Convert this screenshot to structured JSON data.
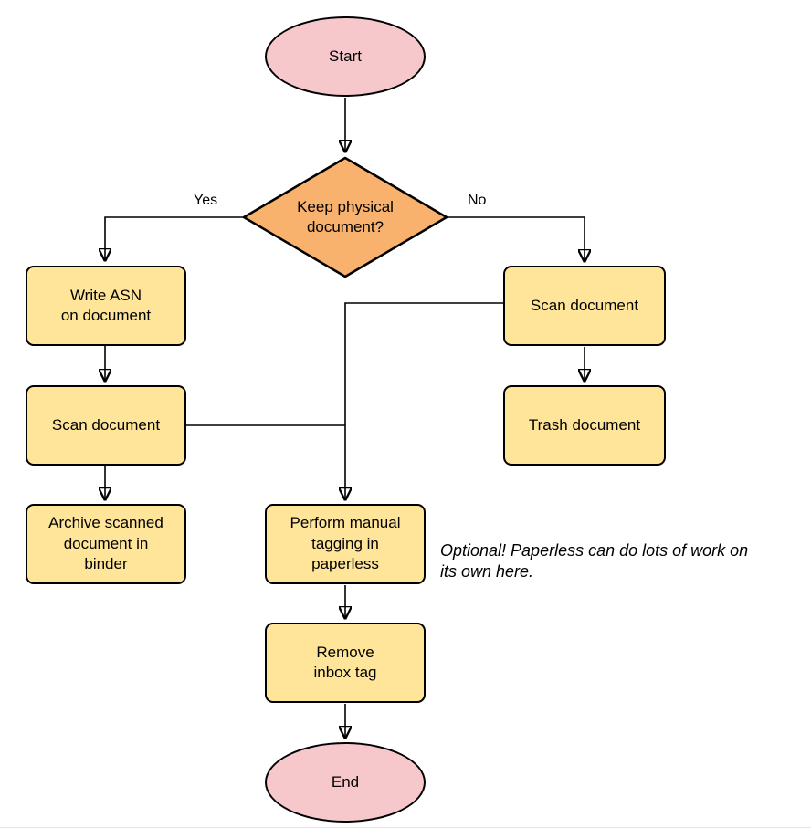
{
  "diagram": {
    "nodes": {
      "start": {
        "type": "terminal",
        "label": "Start"
      },
      "decision": {
        "type": "decision",
        "label": "Keep physical\ndocument?"
      },
      "write_asn": {
        "type": "process",
        "label": "Write ASN\non document"
      },
      "scan_left": {
        "type": "process",
        "label": "Scan document"
      },
      "archive": {
        "type": "process",
        "label": "Archive scanned\ndocument in\nbinder"
      },
      "scan_right": {
        "type": "process",
        "label": "Scan document"
      },
      "trash": {
        "type": "process",
        "label": "Trash document"
      },
      "tagging": {
        "type": "process",
        "label": "Perform manual\ntagging in\npaperless"
      },
      "remove_inbox": {
        "type": "process",
        "label": "Remove\ninbox tag"
      },
      "end": {
        "type": "terminal",
        "label": "End"
      }
    },
    "edge_labels": {
      "yes": "Yes",
      "no": "No"
    },
    "annotation": "Optional! Paperless can do lots of work on\nits own here.",
    "colors": {
      "terminal_fill": "#f6c8cc",
      "decision_fill": "#f8b26e",
      "process_fill": "#ffe59a",
      "stroke": "#000000"
    }
  }
}
